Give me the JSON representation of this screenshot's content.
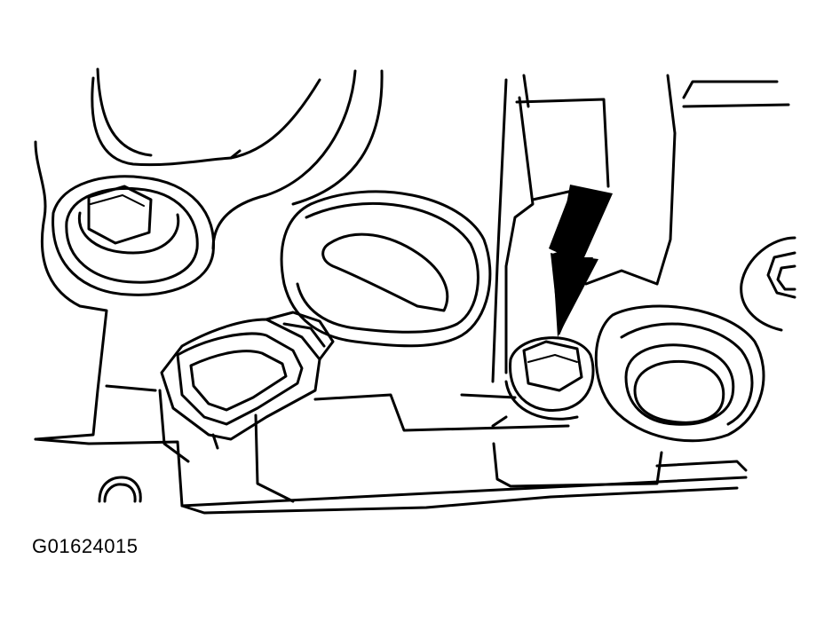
{
  "figure": {
    "code": "G01624015",
    "components": [
      "bolt-head-left",
      "electrical-connector",
      "sensor-bolt",
      "bolt-head-right",
      "cup-boss",
      "pointer-arrow"
    ]
  },
  "colors": {
    "line": "#000000",
    "background": "#ffffff"
  }
}
